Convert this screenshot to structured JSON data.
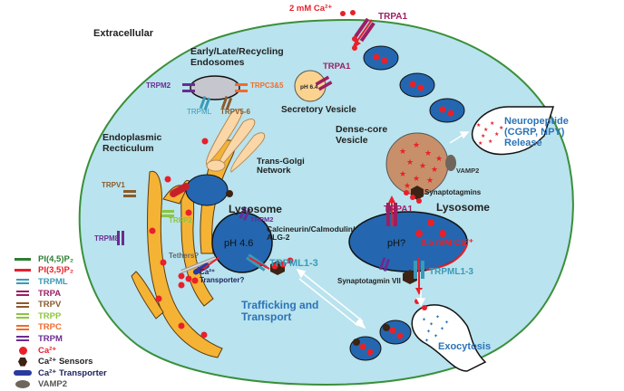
{
  "diagram": {
    "regions": {
      "extracellular": "Extracellular",
      "endosomes": "Early/Late/Recycling\nEndosomes",
      "secretory_vesicle": "Secretory Vesicle",
      "er": "Endoplasmic\nRecticulum",
      "golgi": "Trans-Golgi\nNetwork",
      "lysosome_left": "Lysosome",
      "lysosome_right": "Lysosome",
      "dense_core": "Dense-core\nVesicle",
      "neuropeptide": "Neuropeptide\n(CGRP, NPY)\nRelease",
      "trafficking": "Trafficking and\nTransport",
      "exocytosis": "Exocytosis"
    },
    "channels": {
      "trpa1_pm": "TRPA1",
      "trpa1_sv": "TRPA1",
      "trpm2_endo": "TRPM2",
      "trpc35": "TRPC3&5",
      "trpml_endo": "TRPML",
      "trpv56": "TRPV5-6",
      "trpv1": "TRPV1",
      "trpp2": "TRPP2",
      "trpm8": "TRPM8",
      "trpm2_lyso": "TRPM2",
      "trpml13_left": "TRPML1-3",
      "trpa1_lyso": "TRPA1",
      "trpml13_right": "TRPML1-3"
    },
    "annotations": {
      "extracellular_ca": "2 mM Ca²⁺",
      "sv_ph": "pH 6.4",
      "lyso_ph": "pH 4.6",
      "lyso_ph_right": "pH?",
      "lyso_ca": "0.5 mM Ca²⁺",
      "tethers": "Tethers?",
      "ca_transporter": "Ca²⁺\nTransporter?",
      "calcineurin": "Calcineurin/Calmodulin/\nALG-2",
      "vamp2": "VAMP2",
      "synaptotagmins": "Synaptotagmins",
      "synaptotagmin7": "Synaptotagmin VII"
    },
    "colors": {
      "cell": "#b9e3ee",
      "membrane": "#3a8f3a",
      "lysosome": "#2467b0",
      "er": "#f5b335",
      "ca": "#e8202a",
      "trpml": "#3a9ab8",
      "trpa": "#9c1f63",
      "trpv": "#8b5a2b",
      "trpp": "#8cc63e",
      "trpc": "#f26b2b",
      "trpm": "#6a2c91",
      "pip45": "#2e7d32",
      "pip35": "#e8202a",
      "blue_text": "#2b73b8"
    }
  },
  "legend": {
    "items": [
      {
        "label": "PI(4,5)P₂",
        "kind": "line",
        "color": "#2e7d32"
      },
      {
        "label": "PI(3,5)P₂",
        "kind": "line",
        "color": "#e8202a"
      },
      {
        "label": "TRPML",
        "kind": "channel",
        "color": "#3a9ab8"
      },
      {
        "label": "TRPA",
        "kind": "channel",
        "color": "#9c1f63"
      },
      {
        "label": "TRPV",
        "kind": "channel",
        "color": "#8b5a2b"
      },
      {
        "label": "TRPP",
        "kind": "channel",
        "color": "#8cc63e"
      },
      {
        "label": "TRPC",
        "kind": "channel",
        "color": "#f26b2b"
      },
      {
        "label": "TRPM",
        "kind": "channel",
        "color": "#6a2c91"
      },
      {
        "label": "Ca²⁺",
        "kind": "dot",
        "color": "#e8202a"
      },
      {
        "label": "Ca²⁺ Sensors",
        "kind": "hex",
        "color": "#3d2314"
      },
      {
        "label": "Ca²⁺ Transporter",
        "kind": "pill",
        "color": "#2b3a9e"
      },
      {
        "label": "VAMP2",
        "kind": "oval",
        "color": "#6e665c"
      }
    ]
  }
}
